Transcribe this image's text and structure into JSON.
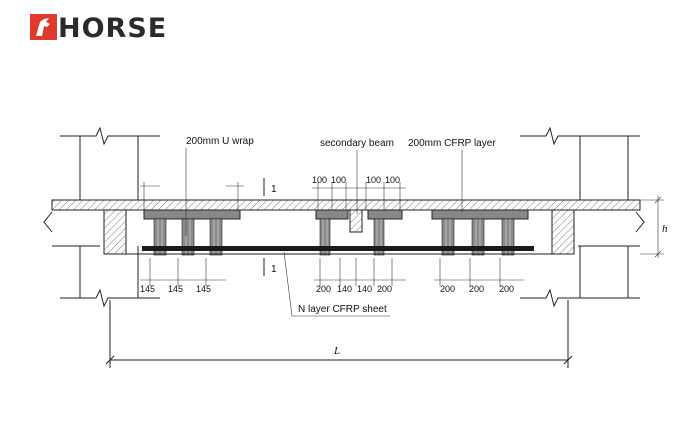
{
  "logo": {
    "text": "HORSE",
    "color": "#e03a2f"
  },
  "labels": {
    "u_wrap": "200mm U wrap",
    "secondary_beam": "secondary beam",
    "cfrp_layer": "200mm CFRP layer",
    "cfrp_sheet": "N layer CFRP sheet",
    "section_mark": "1",
    "span": "L",
    "height": "h"
  },
  "dimensions": {
    "top_center": [
      "100",
      "100",
      "100",
      "100"
    ],
    "bottom_left": [
      "145",
      "145",
      "145"
    ],
    "bottom_center": [
      "200",
      "140",
      "140",
      "200"
    ],
    "bottom_right": [
      "200",
      "200",
      "200"
    ]
  }
}
